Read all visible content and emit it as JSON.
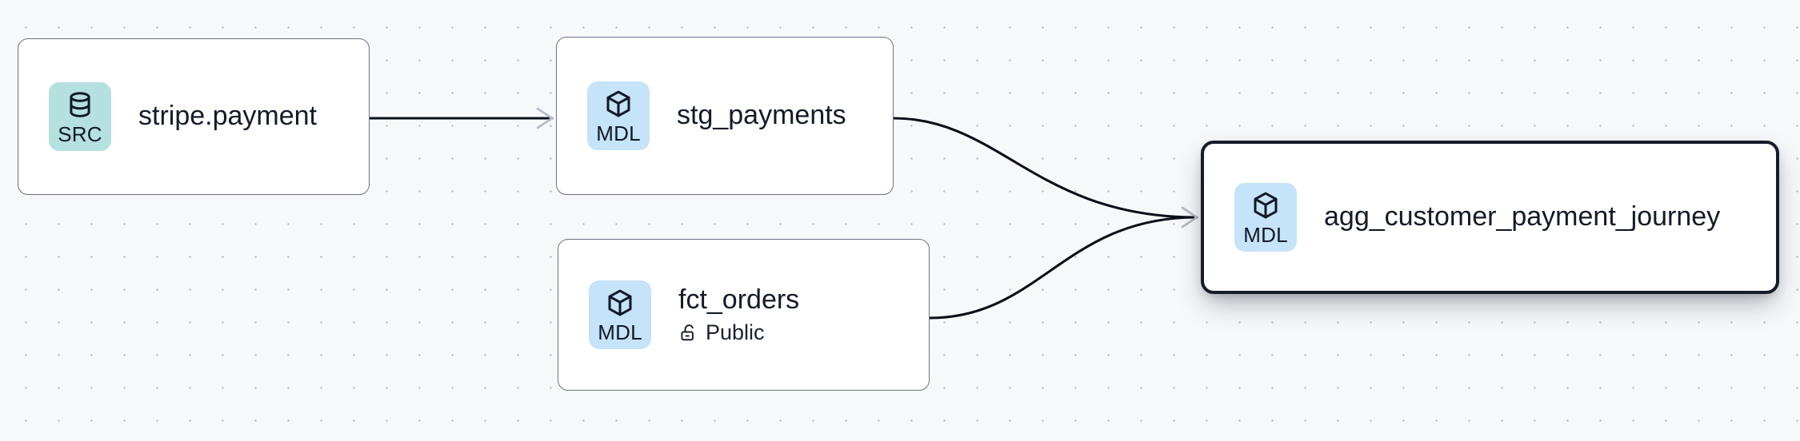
{
  "canvas": {
    "background_color": "#f7f8fa",
    "dot_color": "#c3c7d4",
    "dot_spacing": 41
  },
  "colors": {
    "source_badge": "#b5e0e0",
    "model_badge": "#c5e3f9",
    "node_border": "#6b7287",
    "selected_border": "#171c2b",
    "edge_stroke": "#0b0f19",
    "arrow_marker": "#b6bbc8",
    "text": "#141a28"
  },
  "graph": {
    "title": "data lineage graph",
    "nodes": [
      {
        "id": "stripe-payment",
        "name": "stripe.payment",
        "badge_label": "SRC",
        "badge_icon": "database-icon",
        "badge_kind": "source",
        "selected": false,
        "meta": null
      },
      {
        "id": "stg-payments",
        "name": "stg_payments",
        "badge_label": "MDL",
        "badge_icon": "cube-icon",
        "badge_kind": "model",
        "selected": false,
        "meta": null
      },
      {
        "id": "fct-orders",
        "name": "fct_orders",
        "badge_label": "MDL",
        "badge_icon": "cube-icon",
        "badge_kind": "model",
        "selected": false,
        "meta": {
          "icon": "unlock-icon",
          "label": "Public"
        }
      },
      {
        "id": "agg-customer-payment-journey",
        "name": "agg_customer_payment_journey",
        "badge_label": "MDL",
        "badge_icon": "cube-icon",
        "badge_kind": "model",
        "selected": true,
        "meta": null
      }
    ],
    "edges": [
      {
        "id": "e1",
        "from": "stripe-payment",
        "to": "stg-payments",
        "style": "straight"
      },
      {
        "id": "e2",
        "from": "stg-payments",
        "to": "agg-customer-payment-journey",
        "style": "bezier"
      },
      {
        "id": "e3",
        "from": "fct-orders",
        "to": "agg-customer-payment-journey",
        "style": "bezier"
      }
    ]
  }
}
